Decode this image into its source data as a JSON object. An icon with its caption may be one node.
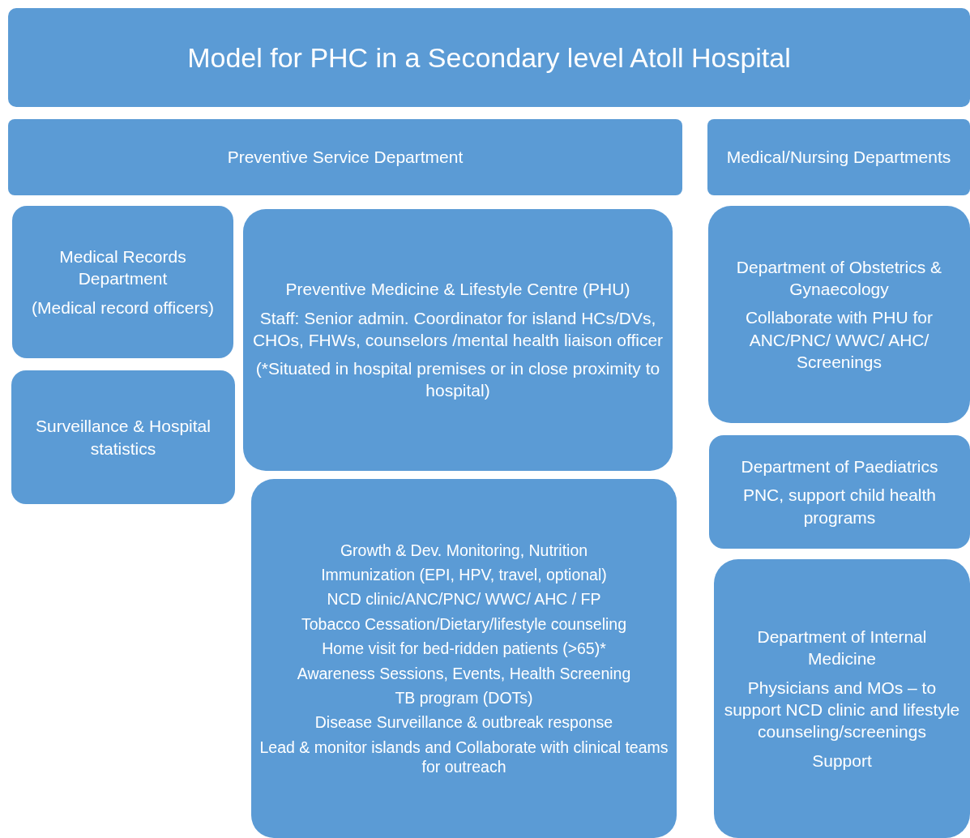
{
  "diagram": {
    "nodes": [
      {
        "text": [
          "Model for PHC in a Secondary level Atoll Hospital"
        ]
      },
      {
        "text": [
          "Preventive Service Department"
        ]
      },
      {
        "text": [
          "Medical/Nursing Departments"
        ]
      },
      {
        "text": [
          "Medical Records Department",
          "(Medical record officers)"
        ]
      },
      {
        "text": [
          "Surveillance & Hospital statistics"
        ]
      },
      {
        "text": [
          "Preventive Medicine & Lifestyle Centre (PHU)",
          "Staff: Senior admin. Coordinator for island HCs/DVs, CHOs, FHWs, counselors /mental health liaison officer",
          "(*Situated in hospital premises or in close proximity to hospital)"
        ]
      },
      {
        "text": [
          "Growth & Dev. Monitoring, Nutrition",
          "Immunization (EPI, HPV, travel, optional)",
          "NCD clinic/ANC/PNC/ WWC/ AHC / FP",
          "Tobacco Cessation/Dietary/lifestyle counseling",
          "Home visit for bed-ridden patients (>65)*",
          "Awareness Sessions, Events, Health Screening",
          "TB program (DOTs)",
          "Disease Surveillance & outbreak response",
          "Lead & monitor islands and Collaborate with clinical teams for outreach"
        ]
      },
      {
        "text": [
          "Department of Obstetrics & Gynaecology",
          "Collaborate with PHU for ANC/PNC/ WWC/ AHC/ Screenings"
        ]
      },
      {
        "text": [
          "Department of Paediatrics",
          "PNC, support child health programs"
        ]
      },
      {
        "text": [
          "Department of Internal Medicine",
          "Physicians and MOs – to support NCD clinic and lifestyle counseling/screenings",
          "Support"
        ]
      }
    ]
  }
}
